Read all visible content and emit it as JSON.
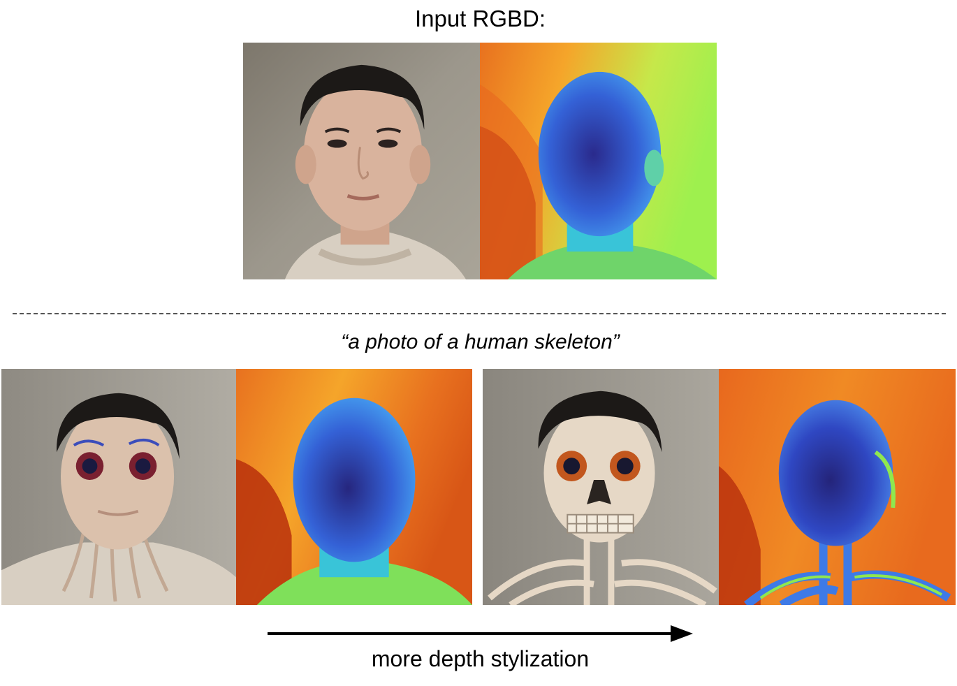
{
  "header": {
    "title": "Input RGBD:"
  },
  "prompt": {
    "text": "“a photo of a human skeleton”"
  },
  "arrow": {
    "caption": "more depth stylization"
  },
  "palette": {
    "wall": "#9c978c",
    "skin": "#d9b39d",
    "hair": "#1c1917",
    "sweater": "#d8cfc2",
    "bone": "#e6d8c6",
    "depth_near": "#2f2f9e",
    "depth_mid": "#3e7ae6",
    "depth_green": "#8fe84f",
    "depth_far": "#e8681e",
    "depth_deep": "#b8300c"
  },
  "panels": [
    {
      "name": "input-rgb",
      "kind": "rgb-face"
    },
    {
      "name": "input-depth",
      "kind": "depth-face"
    },
    {
      "name": "stylized-rgb-1",
      "kind": "rgb-mask"
    },
    {
      "name": "stylized-depth-1",
      "kind": "depth-face"
    },
    {
      "name": "stylized-rgb-2",
      "kind": "rgb-skull"
    },
    {
      "name": "stylized-depth-2",
      "kind": "depth-skull"
    }
  ]
}
